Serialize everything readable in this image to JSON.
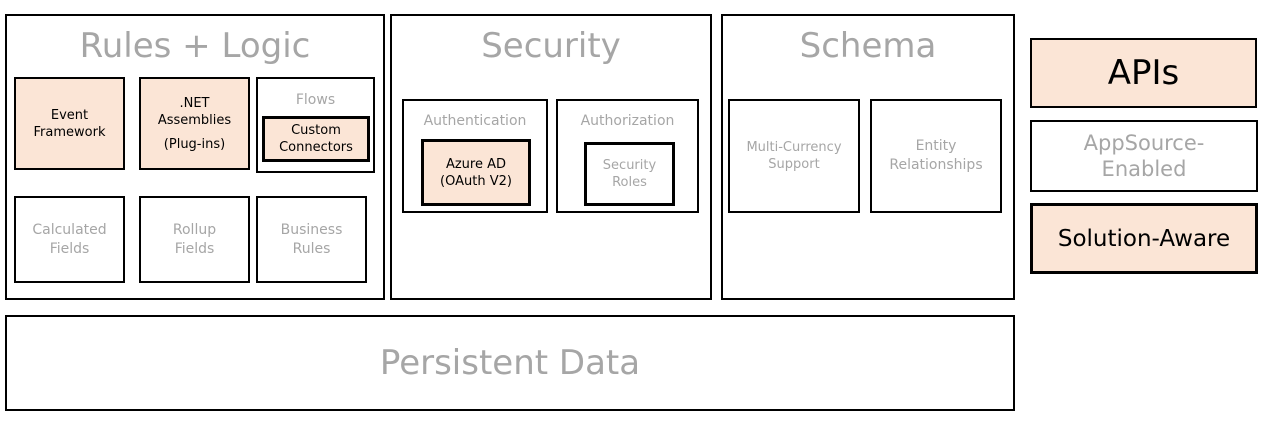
{
  "colors": {
    "border": "#000000",
    "highlight_fill": "#fbe5d6",
    "muted_text": "#a6a6a6",
    "dark_text": "#000000",
    "background": "#ffffff"
  },
  "rules_logic": {
    "title": "Rules + Logic",
    "event_framework": "Event\nFramework",
    "net_assemblies": ".NET\nAssemblies",
    "plugins": "(Plug-ins)",
    "flows": "Flows",
    "custom_connectors": "Custom\nConnectors",
    "calculated_fields": "Calculated\nFields",
    "rollup_fields": "Rollup\nFields",
    "business_rules": "Business\nRules"
  },
  "security": {
    "title": "Security",
    "authentication": "Authentication",
    "azure_ad": "Azure AD\n(OAuth V2)",
    "authorization": "Authorization",
    "security_roles": "Security\nRoles"
  },
  "schema": {
    "title": "Schema",
    "multi_currency": "Multi-Currency\nSupport",
    "entity_relationships": "Entity\nRelationships"
  },
  "persistent_data": "Persistent Data",
  "side": {
    "apis": "APIs",
    "appsource_enabled": "AppSource-\nEnabled",
    "solution_aware": "Solution-Aware"
  }
}
